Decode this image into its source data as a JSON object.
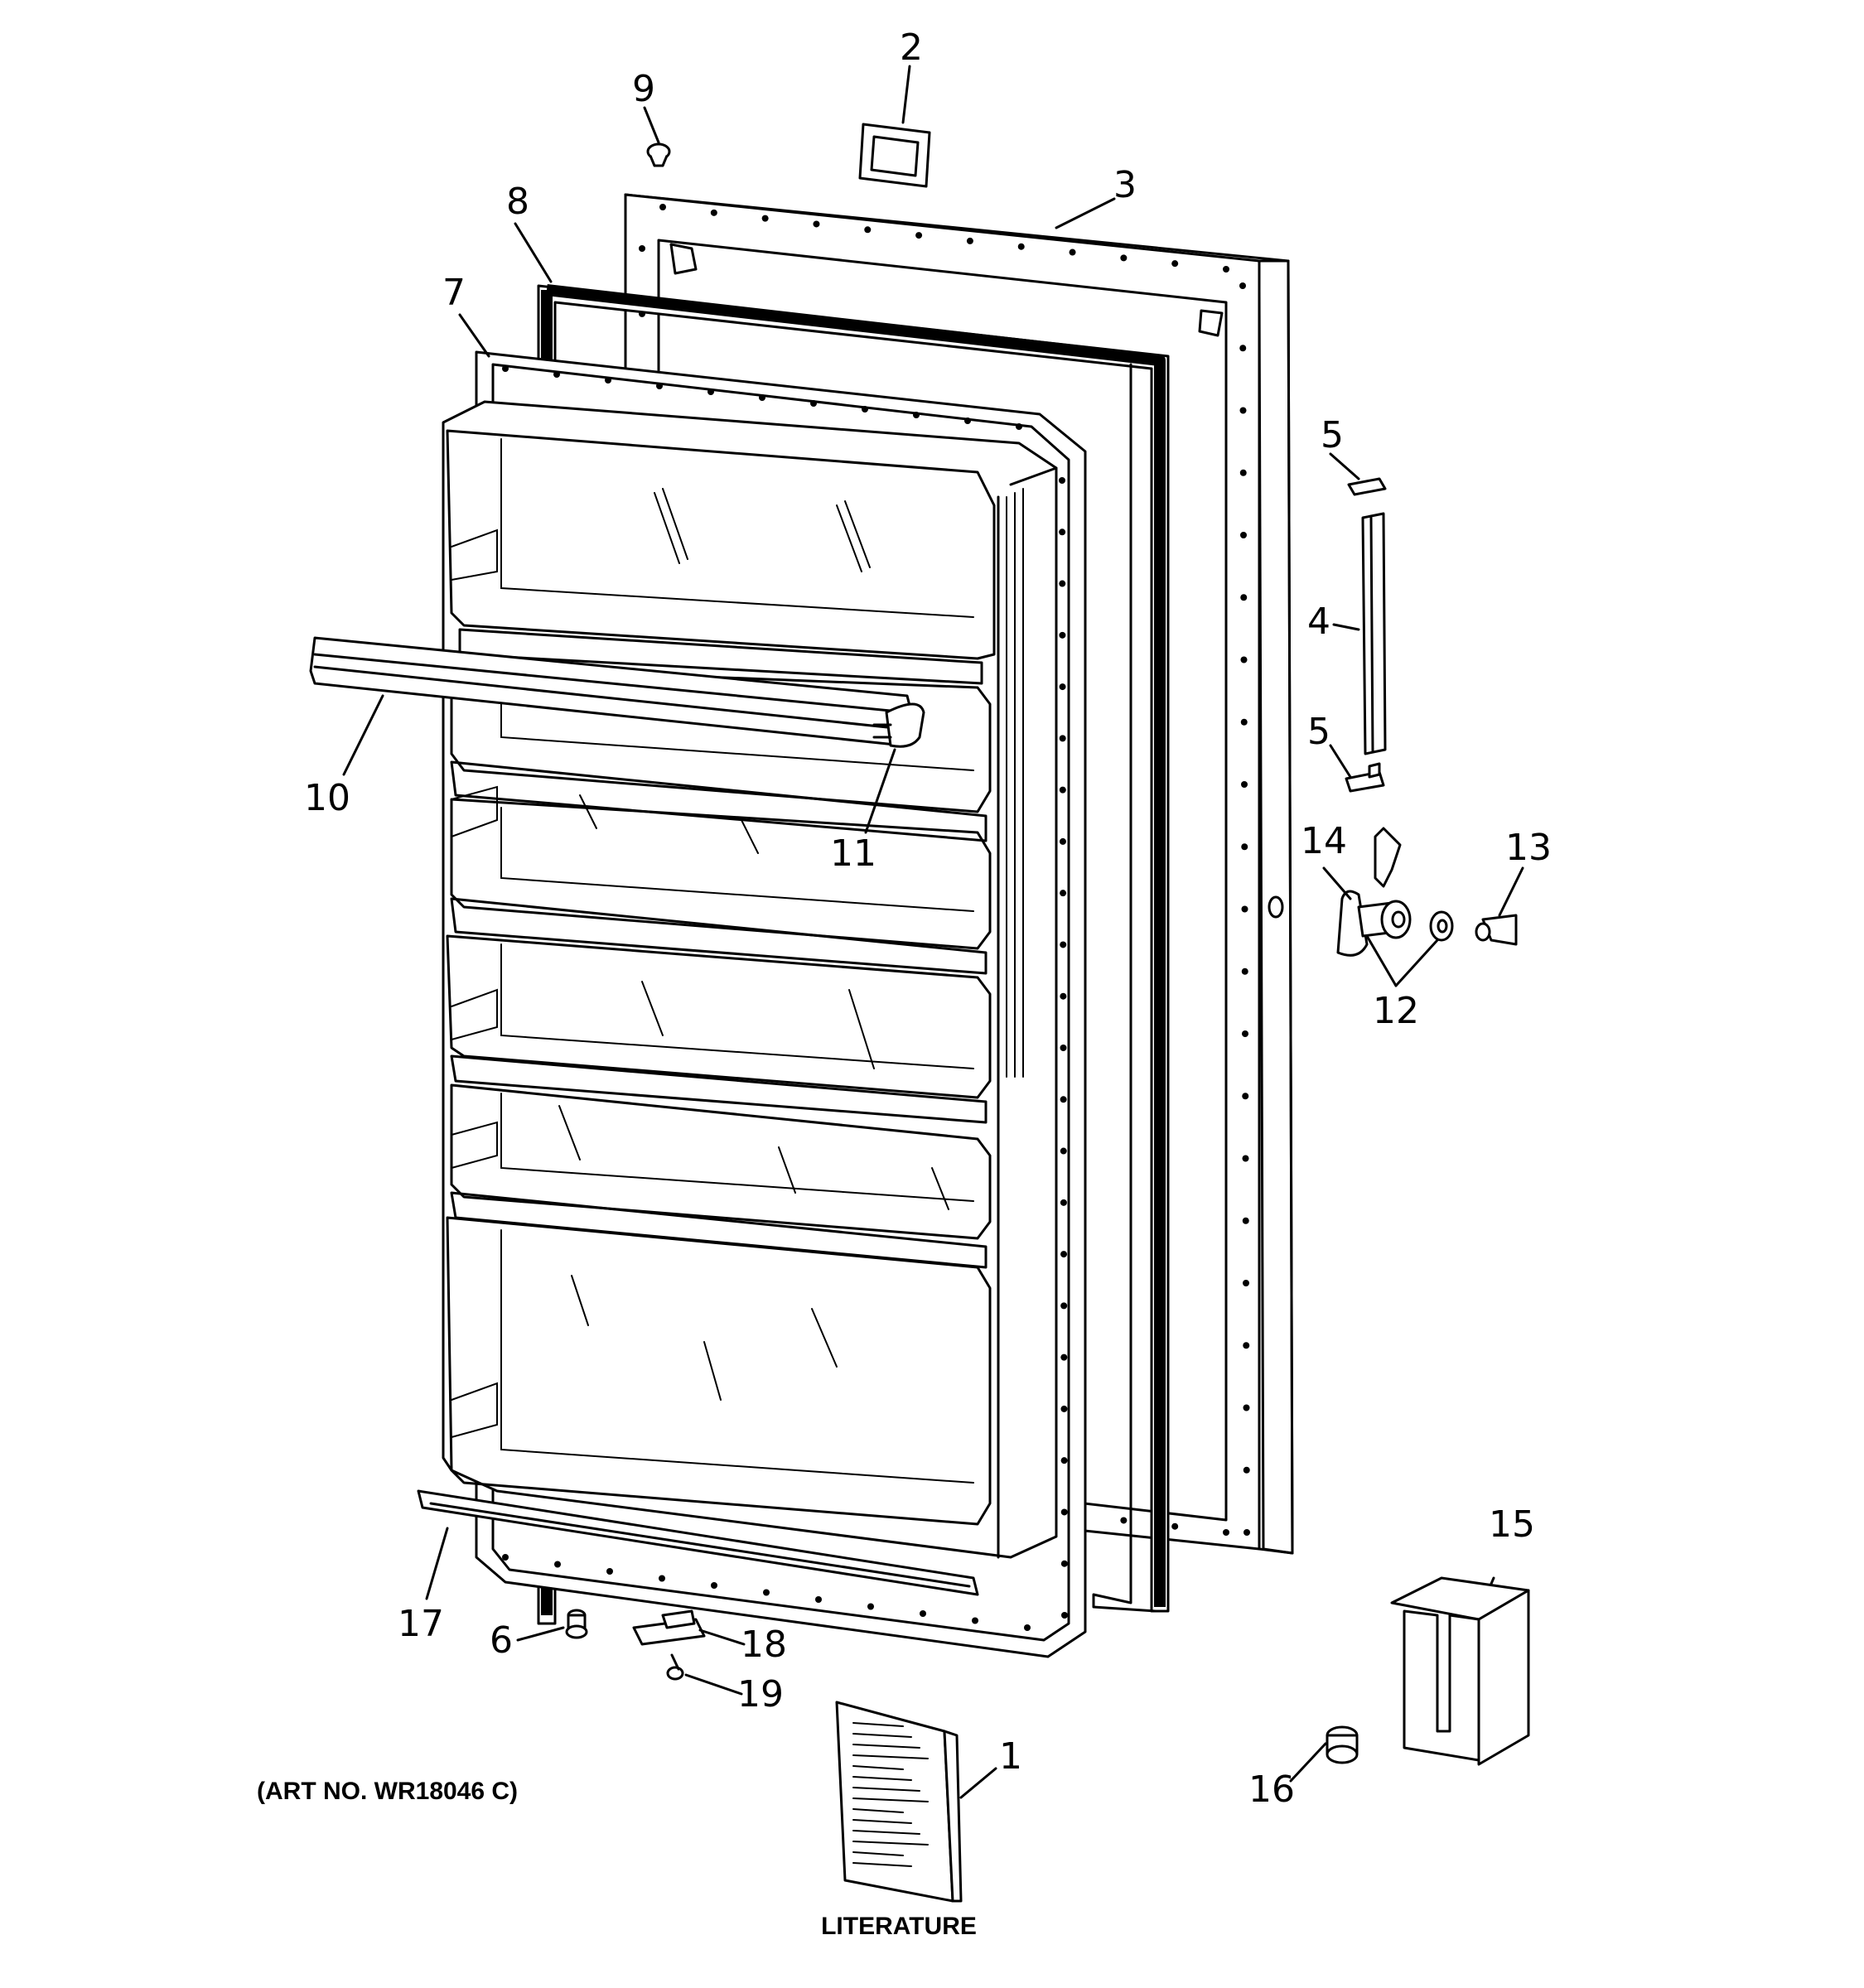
{
  "callouts": [
    {
      "id": "1",
      "label": "1"
    },
    {
      "id": "2",
      "label": "2"
    },
    {
      "id": "3",
      "label": "3"
    },
    {
      "id": "4",
      "label": "4"
    },
    {
      "id": "5a",
      "label": "5"
    },
    {
      "id": "5b",
      "label": "5"
    },
    {
      "id": "6",
      "label": "6"
    },
    {
      "id": "7",
      "label": "7"
    },
    {
      "id": "8",
      "label": "8"
    },
    {
      "id": "9",
      "label": "9"
    },
    {
      "id": "10",
      "label": "10"
    },
    {
      "id": "11",
      "label": "11"
    },
    {
      "id": "12",
      "label": "12"
    },
    {
      "id": "13",
      "label": "13"
    },
    {
      "id": "14",
      "label": "14"
    },
    {
      "id": "15",
      "label": "15"
    },
    {
      "id": "16",
      "label": "16"
    },
    {
      "id": "17",
      "label": "17"
    },
    {
      "id": "18",
      "label": "18"
    },
    {
      "id": "19",
      "label": "19"
    }
  ],
  "captions": {
    "art_number": "(ART NO. WR18046 C)",
    "literature": "LITERATURE"
  }
}
